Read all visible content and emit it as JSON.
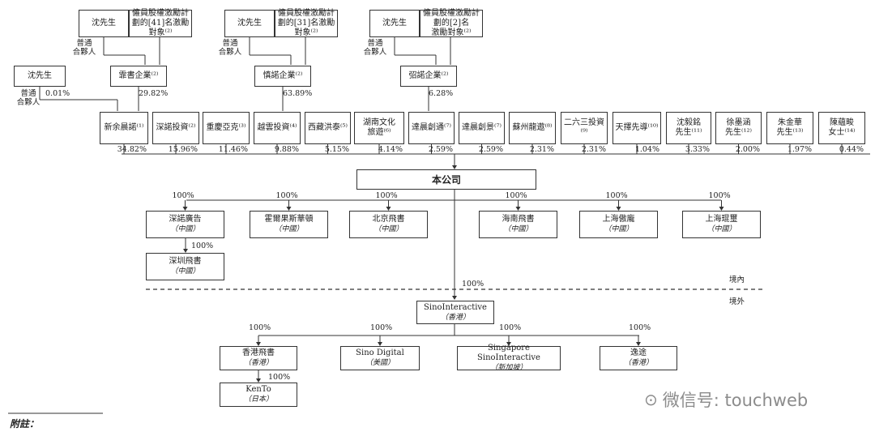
{
  "gp_top": [
    "沈先生",
    "沈先生",
    "沈先生"
  ],
  "plan_top": [
    [
      "僱員股權激勵計",
      "劃的[41]名激勵",
      "對象⁽²⁾"
    ],
    [
      "僱員股權激勵計",
      "劃的[31]名激勵",
      "對象⁽²⁾"
    ],
    [
      "僱員股權激勵計",
      "劃的[2]名",
      "激勵對象⁽²⁾"
    ]
  ],
  "gp_label": [
    "普通",
    "合夥人"
  ],
  "mid_entities": [
    "霏書企業⁽²⁾",
    "慎諾企業⁽²⁾",
    "弨諾企業⁽²⁾"
  ],
  "mid_pct_from_gp": [
    "0.01%"
  ],
  "mid_pct_from_plan": [
    "29.82%",
    "63.89%",
    "6.28%"
  ],
  "left_gp": "沈先生",
  "shareholders": [
    {
      "name": "新余晨諾⁽¹⁾",
      "pct": "34.82%"
    },
    {
      "name": "深諾投資⁽²⁾",
      "pct": "15.96%"
    },
    {
      "name": "重慶亞克⁽³⁾",
      "pct": "11.46%"
    },
    {
      "name": "越雲投資⁽⁴⁾",
      "pct": "9.88%"
    },
    {
      "name": "西藏洪泰⁽⁵⁾",
      "pct": "5.15%"
    },
    {
      "name": "湖南文化\n旅遊⁽⁶⁾",
      "pct": "4.14%"
    },
    {
      "name": "達晨創通⁽⁷⁾",
      "pct": "2.59%"
    },
    {
      "name": "達晨創景⁽⁷⁾",
      "pct": "2.59%"
    },
    {
      "name": "蘇州龍遨⁽⁸⁾",
      "pct": "2.31%"
    },
    {
      "name": "二六三投資⁽⁹⁾",
      "pct": "2.31%"
    },
    {
      "name": "天擇先導⁽¹⁰⁾",
      "pct": "1.04%"
    },
    {
      "name": "沈毅銘\n先生⁽¹¹⁾",
      "pct": "3.33%"
    },
    {
      "name": "徐墨涵\n先生⁽¹²⁾",
      "pct": "2.00%"
    },
    {
      "name": "朱金華\n先生⁽¹³⁾",
      "pct": "1.97%"
    },
    {
      "name": "陳蘊畯\n女士⁽¹⁴⁾",
      "pct": "0.44%"
    }
  ],
  "company": "本公司",
  "domestic_subs": [
    {
      "name": "深諾廣告",
      "loc": "（中國）",
      "pct": "100%"
    },
    {
      "name": "霍爾果斯華頓",
      "loc": "（中國）",
      "pct": "100%"
    },
    {
      "name": "北京飛書",
      "loc": "（中國）",
      "pct": "100%"
    },
    {
      "name": "海南飛書",
      "loc": "（中國）",
      "pct": "100%"
    },
    {
      "name": "上海傲龐",
      "loc": "（中國）",
      "pct": "100%"
    },
    {
      "name": "上海琨璽",
      "loc": "（中國）",
      "pct": "100%"
    }
  ],
  "shenzhen": {
    "name": "深圳飛書",
    "loc": "（中國）",
    "pct": "100%"
  },
  "domestic_label": "境內",
  "overseas_label": "境外",
  "hk_pct": "100%",
  "hk_parent": {
    "name": "SinoInteractive",
    "loc": "（香港）"
  },
  "overseas_subs": [
    {
      "name": "香港飛書",
      "loc": "（香港）",
      "pct": "100%"
    },
    {
      "name": "Sino Digital",
      "loc": "（美國）",
      "pct": "100%"
    },
    {
      "name": "Singapore SinoInteractive",
      "loc": "（新加坡）",
      "pct": "100%"
    },
    {
      "name": "逸途",
      "loc": "（香港）",
      "pct": "100%"
    }
  ],
  "kento": {
    "name": "KenTo",
    "loc": "（日本）",
    "pct": "100%"
  },
  "footnote": "附註：",
  "watermark": "微信号: touchweb"
}
